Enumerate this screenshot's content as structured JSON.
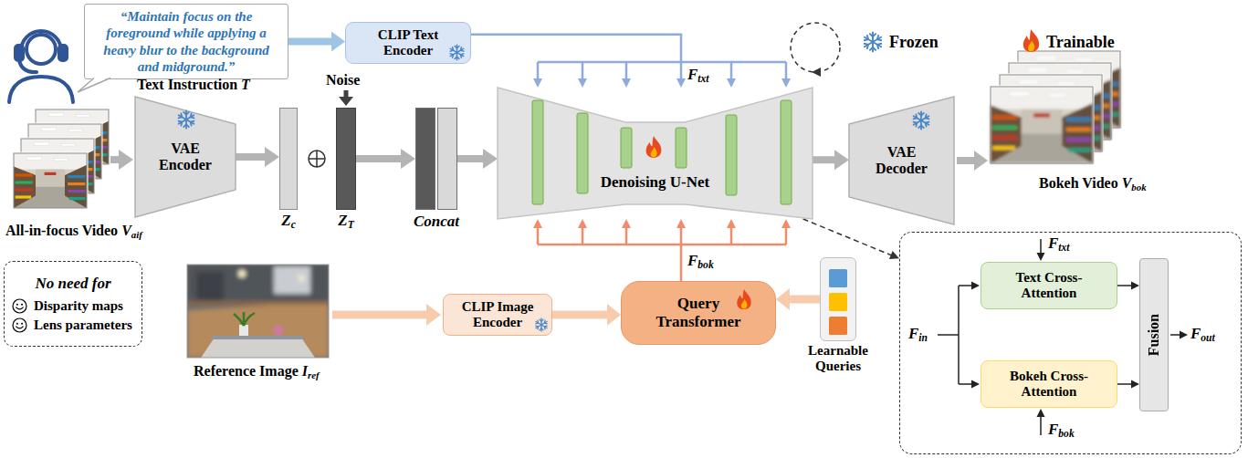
{
  "diagram": {
    "nodes": [
      {
        "text": [
          "“Maintain focus on the foreground while applying a heavy blur to the background and midground.”"
        ]
      },
      {
        "text": [
          "CLIP Text Encoder"
        ]
      },
      {
        "text": [
          "VAE Encoder"
        ]
      },
      {
        "text": [
          "Zc"
        ]
      },
      {
        "text": [
          "ZT"
        ]
      },
      {
        "text": [
          "Concat"
        ]
      },
      {
        "text": [
          "Denoising U-Net"
        ]
      },
      {
        "text": [
          "VAE Decoder"
        ]
      },
      {
        "text": [
          "No need for",
          "Disparity maps",
          "Lens parameters"
        ]
      },
      {
        "text": [
          "CLIP Image Encoder"
        ]
      },
      {
        "text": [
          "Query Transformer"
        ]
      },
      {
        "text": [
          "Learnable Queries"
        ]
      },
      {
        "text": []
      },
      {
        "text": [
          "Text Cross-Attention"
        ],
        "in": 12
      },
      {
        "text": [
          "Bokeh Cross-Attention"
        ],
        "in": 12
      },
      {
        "text": [
          "Fusion"
        ],
        "in": 12
      }
    ],
    "edges": [
      {
        "from": 0,
        "to": 1,
        "arrow": "to"
      },
      {
        "from": 1,
        "to": 6,
        "label": "Ftxt",
        "arrow": "to"
      },
      {
        "from": 2,
        "to": 3,
        "arrow": "to"
      },
      {
        "from": 4,
        "to": 5,
        "arrow": "to"
      },
      {
        "from": 5,
        "to": 6,
        "arrow": "to"
      },
      {
        "from": 6,
        "to": 7,
        "arrow": "to"
      },
      {
        "from": 9,
        "to": 10,
        "arrow": "to"
      },
      {
        "from": 11,
        "to": 10,
        "arrow": "to"
      },
      {
        "from": 10,
        "to": 6,
        "label": "Fbok",
        "arrow": "to"
      },
      {
        "from": 6,
        "to": 12,
        "arrow": "to"
      },
      {
        "from": 13,
        "to": 15,
        "arrow": "to"
      },
      {
        "from": 14,
        "to": 15,
        "arrow": "to"
      }
    ],
    "labels": [
      "Text Instruction T",
      "Noise",
      "All-in-focus Video Vaif",
      "Bokeh Video Vbok",
      "Reference Image Iref",
      "Ftxt",
      "Fin",
      "Fbok",
      "Fout"
    ],
    "legend": [
      {
        "text": "Frozen"
      },
      {
        "text": "Trainable"
      }
    ]
  }
}
